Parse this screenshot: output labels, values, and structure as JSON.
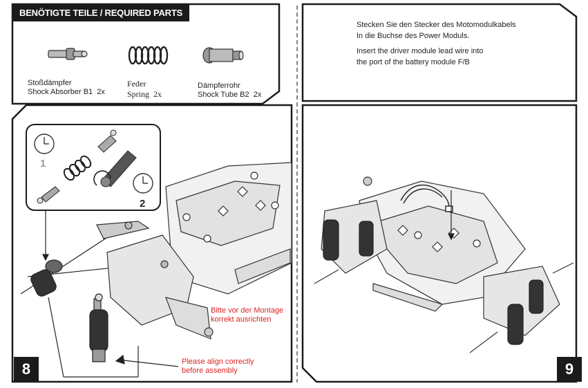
{
  "parts_header": "BENÖTIGTE TEILE / REQUIRED PARTS",
  "parts": [
    {
      "de": "Stoßdämpfer",
      "en": "Shock Absorber B1",
      "qty": "2x"
    },
    {
      "de": "Feder",
      "en": "Spring",
      "qty": "2x"
    },
    {
      "de": "Dämpferrohr",
      "en": "Shock Tube B2",
      "qty": "2x"
    }
  ],
  "step9_instructions": {
    "de_line1": "Stecken Sie den Stecker des Motomodulkabels",
    "de_line2": "In die Buchse des Power Moduls.",
    "en_line1": "Insert the driver module lead wire into",
    "en_line2": "the port of the battery module F/B"
  },
  "step8_notes": {
    "de_line1": "Bitte vor der Montage",
    "de_line2": "korrekt ausrichten",
    "en_line1": "Please align correctly",
    "en_line2": "before assembly"
  },
  "inset_steps": [
    "1",
    "2"
  ],
  "step_numbers": {
    "left": "8",
    "right": "9"
  },
  "colors": {
    "header_bg": "#1b1b1b",
    "note_red": "#d22222",
    "panel_border": "#1b1b1b"
  }
}
